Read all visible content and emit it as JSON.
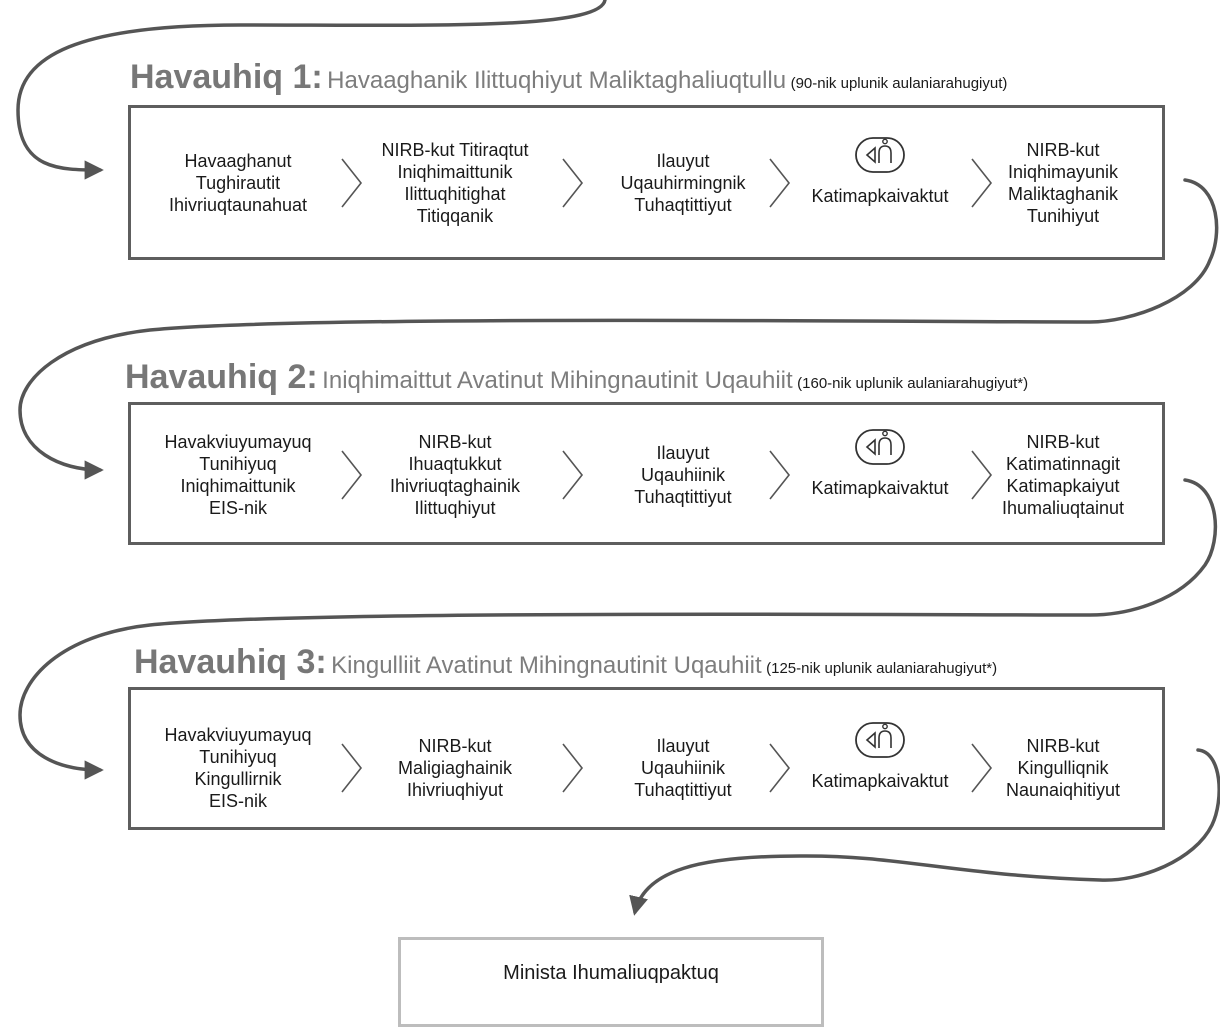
{
  "phases": [
    {
      "label": "Havauhiq 1:",
      "name": "Havaaghanik Ilittuqhiyut Maliktaghaliuqtullu",
      "duration": "(90-nik uplunik aulaniarahugiyut)",
      "steps": [
        [
          "Havaaghanut",
          "Tughirautit",
          "Ihivriuqtaunahuat"
        ],
        [
          "NIRB-kut Titiraqtut",
          "Iniqhimaittunik",
          "Ilittuqhitighat",
          "Titiqqanik"
        ],
        [
          "Ilauyut",
          "Uqauhirmingnik",
          "Tuhaqtittiyut"
        ],
        [
          "Katimapkaivaktut"
        ],
        [
          "NIRB-kut",
          "Iniqhimayunik",
          "Maliktaghanik",
          "Tunihiyut"
        ]
      ]
    },
    {
      "label": "Havauhiq 2:",
      "name": "Iniqhimaittut Avatinut Mihingnautinit Uqauhiit",
      "duration": "(160-nik uplunik aulaniarahugiyut*)",
      "steps": [
        [
          "Havakviuyumayuq",
          "Tunihiyuq",
          "Iniqhimaittunik",
          "EIS-nik"
        ],
        [
          "NIRB-kut",
          "Ihuaqtukkut",
          "Ihivriuqtaghainik",
          "Ilittuqhiyut"
        ],
        [
          "Ilauyut",
          "Uqauhiinik",
          "Tuhaqtittiyut"
        ],
        [
          "Katimapkaivaktut"
        ],
        [
          "NIRB-kut",
          "Katimatinnagit",
          "Katimapkaiyut",
          "Ihumaliuqtainut"
        ]
      ]
    },
    {
      "label": "Havauhiq 3:",
      "name": "Kingulliit Avatinut Mihingnautinit Uqauhiit",
      "duration": "(125-nik uplunik aulaniarahugiyut*)",
      "steps": [
        [
          "Havakviuyumayuq",
          "Tunihiyuq",
          "Kingullirnik",
          "EIS-nik"
        ],
        [
          "NIRB-kut",
          "Maligiaghainik",
          "Ihivriuqhiyut"
        ],
        [
          "Ilauyut",
          "Uqauhiinik",
          "Tuhaqtittiyut"
        ],
        [
          "Katimapkaivaktut"
        ],
        [
          "NIRB-kut",
          "Kingulliqnik",
          "Naunaiqhitiyut"
        ]
      ]
    }
  ],
  "final": {
    "label": "Minista Ihumaliuqpaktuq"
  },
  "icons": {
    "community_meeting": "community-meeting-icon",
    "step_separator": "chevron-right-icon"
  },
  "colors": {
    "box_border": "#5e5e5e",
    "title_gray": "#777777",
    "connector": "#555555",
    "final_border": "#bdbdbd"
  }
}
